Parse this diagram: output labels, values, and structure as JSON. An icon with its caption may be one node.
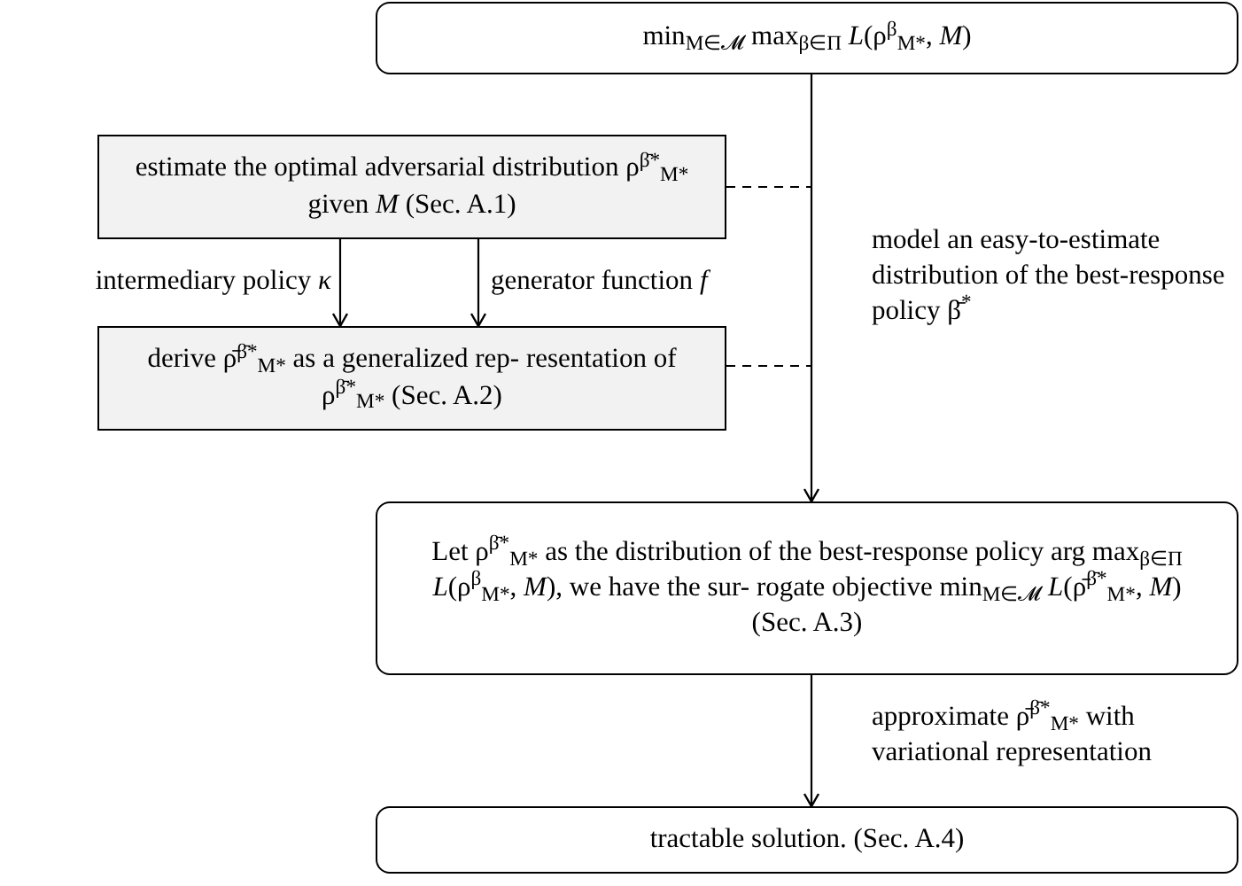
{
  "diagram": {
    "nodes": [
      {
        "text": [
          "min$_{M∈𝓜}$ max$_{β∈Π}$ *L*(ρ$^{β}$$_{M*}$, *M*)"
        ]
      },
      {
        "text": [
          "estimate the optimal adversarial distribution ρ$^{β̄*}$$_{M*}$ given *M* (Sec. A.1)"
        ]
      },
      {
        "text": [
          "derive ρ̄$^{β̄*}$$_{M*}$ as a generalized rep- resentation of ρ$^{β̄*}$$_{M*}$ (Sec. A.2)"
        ]
      },
      {
        "text": [
          "Let ρ$^{β̄*}$$_{M*}$ as the distribution of the best-response policy arg max$_{β∈Π}$ *L*(ρ$^{β}$$_{M*}$, *M*), we have the sur- rogate objective min$_{M∈𝓜}$ *L*(ρ̄$^{β̄*}$$_{M*}$, *M*) (Sec. A.3)"
        ]
      },
      {
        "text": [
          "tractable solution. (Sec. A.4)"
        ]
      }
    ],
    "edges": [
      {
        "from": 0,
        "to": 3,
        "arrow": "to",
        "label": "model an easy-to-estimate distribution of the best-response policy β̄$^{*}$"
      },
      {
        "from": 1,
        "to": 2,
        "arrow": "to",
        "label": "intermediary policy *κ*"
      },
      {
        "from": 1,
        "to": 2,
        "arrow": "to",
        "label": "generator function *f*"
      },
      {
        "from": 1,
        "to": null,
        "arrow": "none",
        "style": "dashed"
      },
      {
        "from": 2,
        "to": null,
        "arrow": "none",
        "style": "dashed"
      },
      {
        "from": 3,
        "to": 4,
        "arrow": "to",
        "label": "approximate ρ̄$^{β̄*}$$_{M*}$ with variational representation"
      }
    ]
  }
}
